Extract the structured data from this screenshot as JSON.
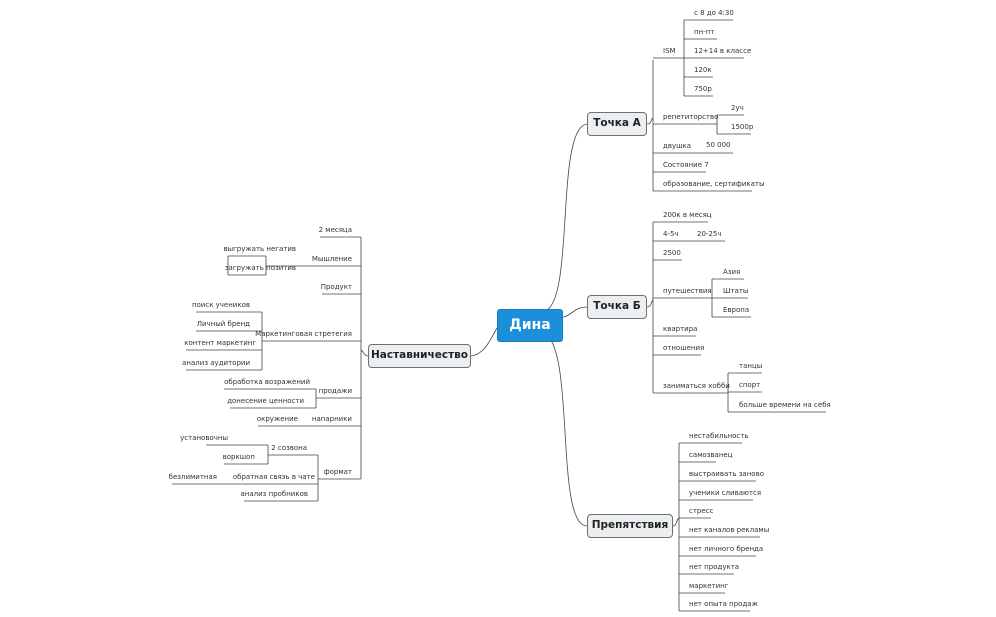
{
  "central": "Дина",
  "branches": {
    "point_a": {
      "title": "Точка А",
      "ism": {
        "label": "ISM",
        "items": [
          "с 8 до 4:30",
          "пн-пт",
          "12+14 в классе",
          "120к",
          "750р"
        ]
      },
      "tutoring": {
        "label": "репетиторство",
        "items": [
          "2уч",
          "1500р"
        ]
      },
      "apartment": {
        "label": "двушка",
        "value": "50 000"
      },
      "state": "Состояние 7",
      "education": "образование, сертификаты"
    },
    "point_b": {
      "title": "Точка Б",
      "income": "200к в месяц",
      "hours": {
        "label": "4-5ч",
        "value": "20-25ч"
      },
      "amount": "2500",
      "travel": {
        "label": "путешествия",
        "items": [
          "Азия",
          "Штаты",
          "Европа"
        ]
      },
      "flat": "квартира",
      "relations": "отношения",
      "hobby": {
        "label": "заниматься хобби",
        "items": [
          "танцы",
          "спорт",
          "больше времени на себя"
        ]
      }
    },
    "obstacles": {
      "title": "Препятствия",
      "items": [
        "нестабильность",
        "самозванец",
        "выстраивать заново",
        "ученики сливаются",
        "стресс",
        "нет каналов рекламы",
        "нет личного бренда",
        "нет продукта",
        "маркетинг",
        "нет опыта продаж"
      ]
    },
    "mentoring": {
      "title": "Наставничество",
      "duration": "2 месяца",
      "mindset": {
        "label": "Мышление",
        "items": [
          "выгружать негатив",
          "загружать позитив"
        ]
      },
      "product": "Продукт",
      "marketing": {
        "label": "Маркетинговая стретегия",
        "items": [
          "поиск учеников",
          "Личный бренд",
          "контент маркетинг",
          "анализ аудитории"
        ]
      },
      "sales": {
        "label": "продажи",
        "items": [
          "обработка возражений",
          "донесение ценности"
        ]
      },
      "partners": {
        "label": "напарники",
        "child": "окружение"
      },
      "format": {
        "label": "формат",
        "calls": {
          "label": "2 созвона",
          "items": [
            "установочны",
            "воркшоп"
          ]
        },
        "chat": {
          "label": "обратная связь в чате",
          "child": "безлимитная"
        },
        "analysis": "анализ пробников"
      }
    }
  }
}
